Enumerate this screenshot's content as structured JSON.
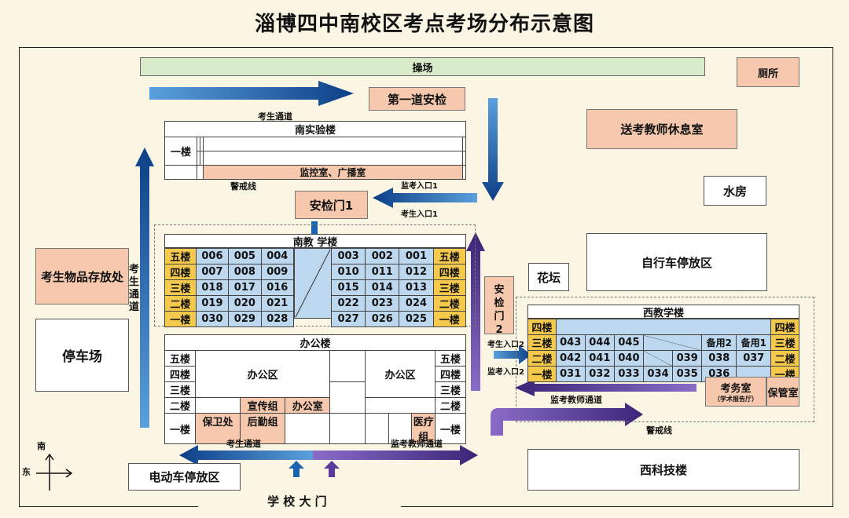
{
  "title": "淄博四中南校区考点考场分布示意图",
  "playground": "操场",
  "toilet": "厕所",
  "first_check": "第一道安检",
  "teacher_rest": "送考教师休息室",
  "water_room": "水房",
  "bike_area": "自行车停放区",
  "flower_bed": "花坛",
  "storage": "考生物品存放处",
  "parking": "停车场",
  "ebike": "电动车停放区",
  "science": "西科技楼",
  "school_gate": "学 校 大 门",
  "compass": {
    "south": "南",
    "east": "东"
  },
  "south_lab": {
    "name": "南实验楼",
    "floor1": "一楼",
    "control_room": "监控室、广播室"
  },
  "labels": {
    "student_passage_top": "考生通道",
    "cordon_top": "警戒线",
    "proctor_entry1": "监考入口1",
    "student_entry1": "考生入口1",
    "checkgate1": "安检门1",
    "checkgate2": "安检门2",
    "student_entry2": "考生入口2",
    "proctor_entry2": "监考入口2",
    "proctor_passage_east": "监考教师通道",
    "cordon_east": "警戒线",
    "student_passage_left": "考生通道",
    "student_passage_bottom": "考生通道",
    "proctor_passage_bottom": "监考教师通道"
  },
  "south_teaching": {
    "name": "南教 学楼",
    "left_floors": [
      "五楼",
      "四楼",
      "三楼",
      "二楼",
      "一楼"
    ],
    "right_floors": [
      "五楼",
      "四楼",
      "三楼",
      "二楼",
      "一楼"
    ],
    "left_rooms": [
      [
        "006",
        "005",
        "004"
      ],
      [
        "007",
        "008",
        "009"
      ],
      [
        "018",
        "017",
        "016"
      ],
      [
        "019",
        "020",
        "021"
      ],
      [
        "030",
        "029",
        "028"
      ]
    ],
    "right_rooms": [
      [
        "003",
        "002",
        "001"
      ],
      [
        "010",
        "011",
        "012"
      ],
      [
        "015",
        "014",
        "013"
      ],
      [
        "022",
        "023",
        "024"
      ],
      [
        "027",
        "026",
        "025"
      ]
    ]
  },
  "office": {
    "name": "办公楼",
    "floors": [
      "五楼",
      "四楼",
      "三楼",
      "二楼",
      "一楼"
    ],
    "area_left": "办公区",
    "area_right": "办公区",
    "publicity": "宣传组",
    "office_room": "办公室",
    "security": "保卫处",
    "logistics": "后勤组",
    "clinic": "医疗组"
  },
  "west_teaching": {
    "name": "西教学楼",
    "floors": [
      "四楼",
      "三楼",
      "二楼",
      "一楼"
    ],
    "row3": [
      "043",
      "044",
      "045"
    ],
    "row2": [
      "042",
      "041",
      "040",
      "039",
      "038",
      "037"
    ],
    "row1": [
      "031",
      "032",
      "033",
      "034",
      "035",
      "036"
    ],
    "spare2": "备用2",
    "spare1": "备用1",
    "exam_office": "考务室",
    "exam_office_note": "（学术报告厅）",
    "custody": "保管室"
  },
  "colors": {
    "blue_arrow": "#1b64b0",
    "purple_arrow": "#5a3a9a",
    "floor_yellow": "#f5c94c",
    "room_blue": "#bdd7ee",
    "salmon": "#f6c9ae"
  }
}
